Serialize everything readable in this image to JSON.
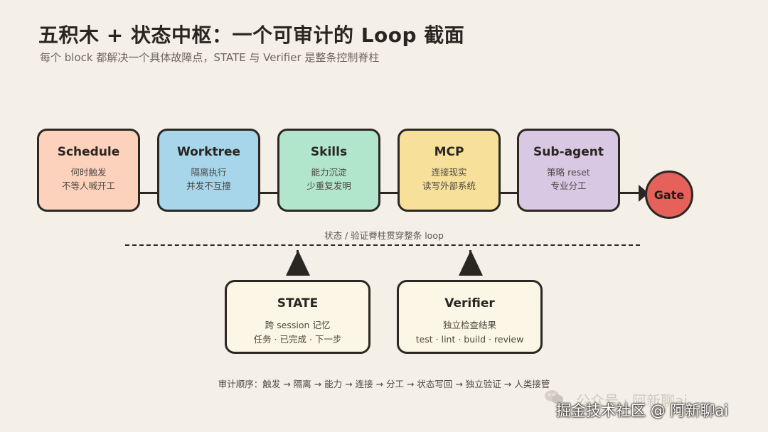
{
  "header": {
    "title": "五积木 + 状态中枢：一个可审计的 Loop 截面",
    "subtitle": "每个 block 都解决一个具体故障点，STATE 与 Verifier 是整条控制脊柱"
  },
  "blocks": [
    {
      "title": "Schedule",
      "lines": [
        "何时触发",
        "不等人喊开工"
      ],
      "color": "#fdd2bd"
    },
    {
      "title": "Worktree",
      "lines": [
        "隔离执行",
        "并发不互撞"
      ],
      "color": "#a7d5ea"
    },
    {
      "title": "Skills",
      "lines": [
        "能力沉淀",
        "少重复发明"
      ],
      "color": "#b2e6cc"
    },
    {
      "title": "MCP",
      "lines": [
        "连接现实",
        "读写外部系统"
      ],
      "color": "#f7e19a"
    },
    {
      "title": "Sub-agent",
      "lines": [
        "策略 reset",
        "专业分工"
      ],
      "color": "#d8c8e4"
    }
  ],
  "gate": {
    "label": "Gate",
    "color": "#e56159"
  },
  "spine": {
    "caption": "状态 / 验证脊柱贯穿整条 loop"
  },
  "control": {
    "state": {
      "title": "STATE",
      "lines": [
        "跨 session 记忆",
        "任务 · 已完成 · 下一步"
      ]
    },
    "verifier": {
      "title": "Verifier",
      "lines": [
        "独立检查结果",
        "test · lint · build · review"
      ]
    }
  },
  "audit": {
    "text": "审计顺序：触发 → 隔离 → 能力 → 连接 → 分工 → 状态写回 → 独立验证 → 人类接管"
  },
  "watermark": {
    "faint": "公众号 · 阿新聊ai",
    "main": "掘金技术社区 @ 阿新聊ai",
    "icon": "wechat-icon"
  }
}
